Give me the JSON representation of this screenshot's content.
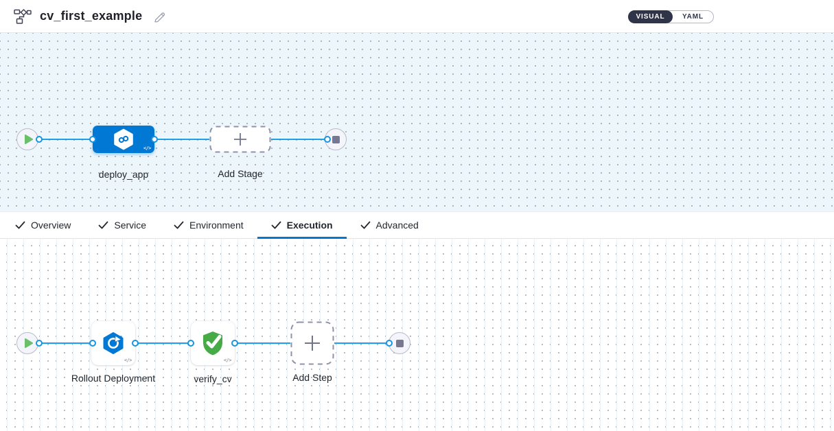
{
  "header": {
    "title": "cv_first_example",
    "view_toggle": {
      "visual_label": "VISUAL",
      "yaml_label": "YAML",
      "selected": "VISUAL"
    }
  },
  "stage_canvas": {
    "stages": [
      {
        "name": "deploy_app",
        "type": "cd-stage",
        "color": "#0278d5"
      }
    ],
    "add_stage_label": "Add Stage"
  },
  "tabs": {
    "items": [
      {
        "label": "Overview",
        "checked": true,
        "active": false
      },
      {
        "label": "Service",
        "checked": true,
        "active": false
      },
      {
        "label": "Environment",
        "checked": true,
        "active": false
      },
      {
        "label": "Execution",
        "checked": true,
        "active": true
      },
      {
        "label": "Advanced",
        "checked": true,
        "active": false
      }
    ]
  },
  "execution_canvas": {
    "steps": [
      {
        "name": "Rollout Deployment",
        "icon": "rollout-deployment-icon"
      },
      {
        "name": "verify_cv",
        "icon": "verify-shield-icon"
      }
    ],
    "add_step_label": "Add Step"
  },
  "icons": {
    "code_glyph": "</>"
  },
  "colors": {
    "accent_blue": "#0278d5",
    "connector_blue": "#1e9fe8",
    "success_green": "#46ab47",
    "play_green": "#6abf69",
    "canvas_tint": "#edf6fa",
    "toggle_dark": "#2f3449"
  }
}
